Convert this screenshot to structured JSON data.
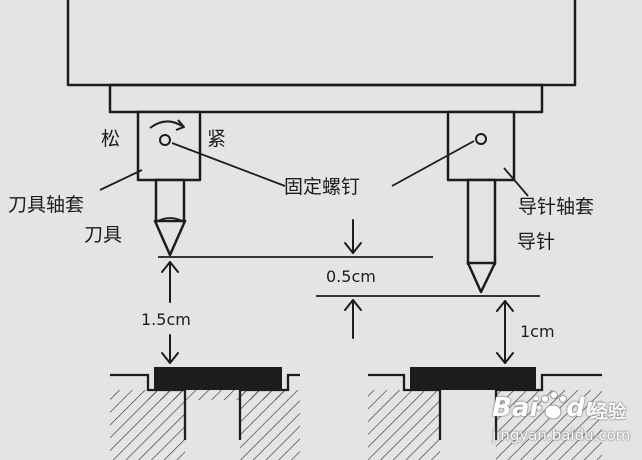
{
  "labels": {
    "loose": "松",
    "tight": "紧",
    "tool_sleeve": "刀具轴套",
    "tool": "刀具",
    "set_screw": "固定螺钉",
    "guide_sleeve": "导针轴套",
    "guide_pin": "导针"
  },
  "dimensions": {
    "tool_gap": "1.5cm",
    "offset": "0.5cm",
    "guide_gap": "1cm"
  },
  "watermark": {
    "brand": "Bai",
    "brand2": "du",
    "suffix": "经验",
    "url": "jingyan.baidu.com"
  }
}
